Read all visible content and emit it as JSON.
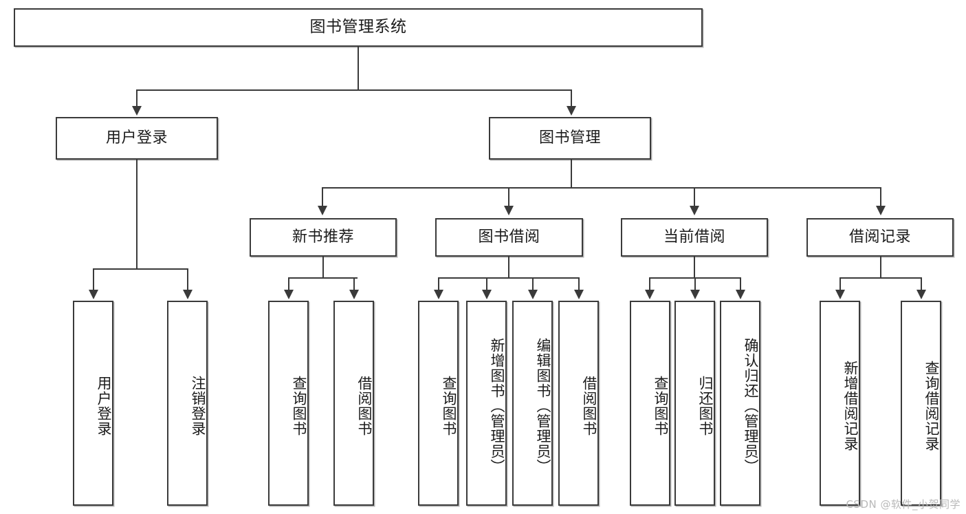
{
  "diagram": {
    "type": "tree",
    "title": "图书管理系统",
    "orientation": "top-down",
    "colors": {
      "stroke": "#3a3a3a",
      "fill": "#ffffff",
      "text": "#1b1b1b",
      "watermark": "#b9b9b9"
    },
    "nodes": {
      "root": {
        "label": "图书管理系统",
        "level": 1,
        "text_direction": "horizontal"
      },
      "level2": [
        {
          "id": "user-login",
          "label": "用户登录",
          "text_direction": "horizontal"
        },
        {
          "id": "book-manage",
          "label": "图书管理",
          "text_direction": "horizontal"
        }
      ],
      "level3": [
        {
          "id": "new-book-recommend",
          "label": "新书推荐",
          "text_direction": "horizontal"
        },
        {
          "id": "book-borrow",
          "label": "图书借阅",
          "text_direction": "horizontal"
        },
        {
          "id": "current-borrow",
          "label": "当前借阅",
          "text_direction": "horizontal"
        },
        {
          "id": "borrow-record",
          "label": "借阅记录",
          "text_direction": "horizontal"
        }
      ],
      "leaves": {
        "user-login": [
          {
            "id": "leaf-user-login",
            "label": "用户登录",
            "text_direction": "vertical"
          },
          {
            "id": "leaf-user-logout",
            "label": "注销登录",
            "text_direction": "vertical"
          }
        ],
        "new-book-recommend": [
          {
            "id": "leaf-query-book-1",
            "label": "查询图书",
            "text_direction": "vertical"
          },
          {
            "id": "leaf-borrow-book-1",
            "label": "借阅图书",
            "text_direction": "vertical"
          }
        ],
        "book-borrow": [
          {
            "id": "leaf-query-book-2",
            "label": "查询图书",
            "text_direction": "vertical"
          },
          {
            "id": "leaf-add-book",
            "label": "新增图书（管理员）",
            "text_direction": "vertical"
          },
          {
            "id": "leaf-edit-book",
            "label": "编辑图书（管理员）",
            "text_direction": "vertical"
          },
          {
            "id": "leaf-borrow-book-2",
            "label": "借阅图书",
            "text_direction": "vertical"
          }
        ],
        "current-borrow": [
          {
            "id": "leaf-query-book-3",
            "label": "查询图书",
            "text_direction": "vertical"
          },
          {
            "id": "leaf-return-book",
            "label": "归还图书",
            "text_direction": "vertical"
          },
          {
            "id": "leaf-confirm-return",
            "label": "确认归还（管理员）",
            "text_direction": "vertical"
          }
        ],
        "borrow-record": [
          {
            "id": "leaf-add-record",
            "label": "新增借阅记录",
            "text_direction": "vertical"
          },
          {
            "id": "leaf-query-record",
            "label": "查询借阅记录",
            "text_direction": "vertical"
          }
        ]
      }
    }
  },
  "watermark": {
    "text": "CSDN @软件_小贺同学"
  }
}
